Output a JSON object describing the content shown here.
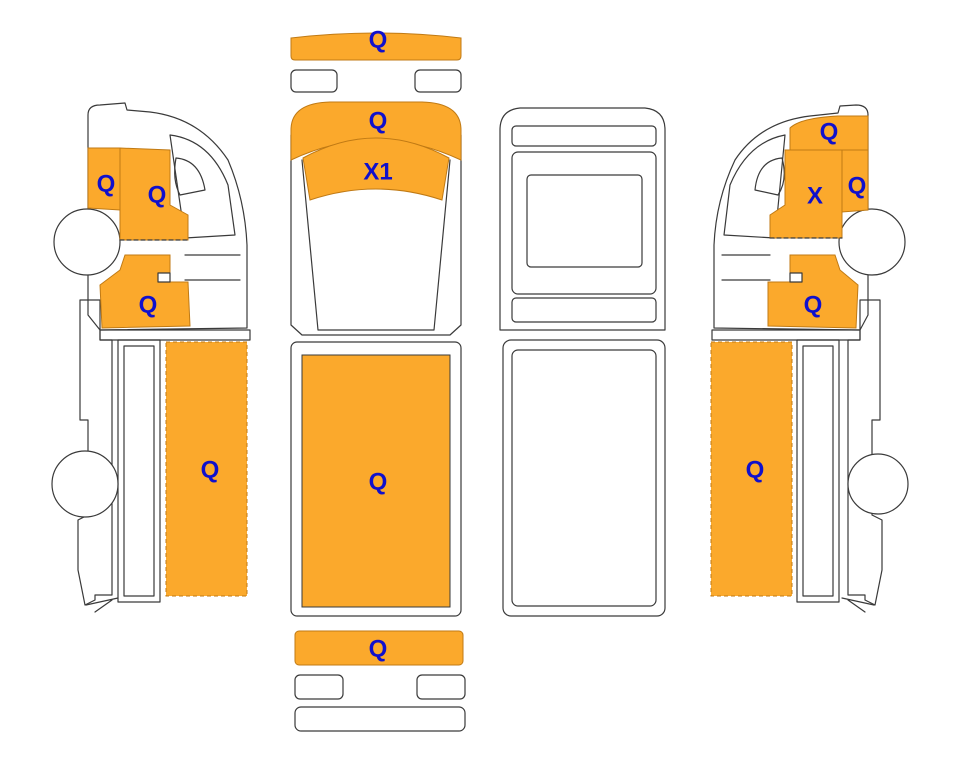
{
  "colors": {
    "damage_fill": "#FBA92C",
    "damage_stroke": "#C07A14",
    "label": "#1010CC",
    "outline": "#3A3A3A",
    "background": "#FFFFFF"
  },
  "labels": {
    "top_front_bumper": "Q",
    "top_hood": "Q",
    "top_windshield": "X1",
    "top_roof": "Q",
    "top_rear_bumper": "Q",
    "left_door_front": "Q",
    "left_door_rear": "Q",
    "left_fender": "Q",
    "left_cargo_side": "Q",
    "right_hood_top": "Q",
    "right_door_front": "X",
    "right_door_edge": "Q",
    "right_fender": "Q",
    "right_cargo_side": "Q"
  }
}
